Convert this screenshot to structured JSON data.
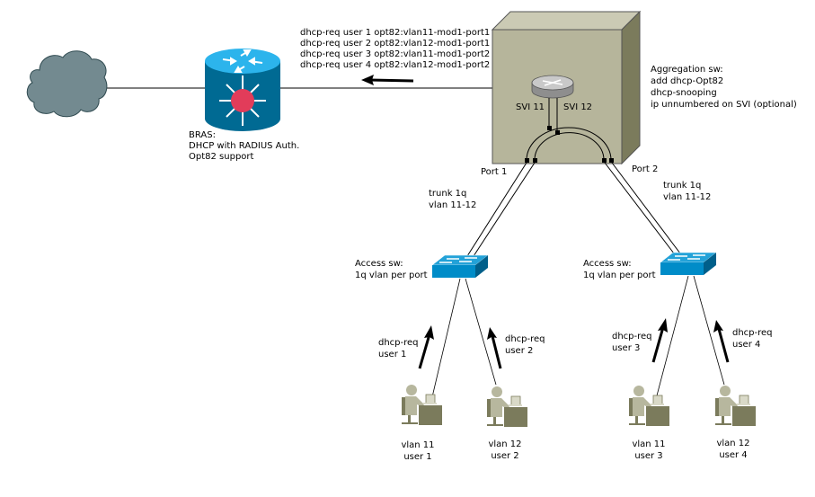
{
  "colors": {
    "cloud": "#738a90",
    "bras_top": "#2cb4ec",
    "bras_body": "#006a93",
    "bras_center": "#e23c5a",
    "agg_front": "#b6b59b",
    "agg_top": "#cbcab4",
    "agg_side": "#7b7b5c",
    "switch_top": "#23a2d8",
    "switch_front": "#008cc8",
    "user_figure": "#b7b79e",
    "user_desk": "#7b7b5c"
  },
  "cloud": {
    "icon": "cloud-icon"
  },
  "bras": {
    "icon": "router-icon",
    "lines": [
      "BRAS:",
      "DHCP with RADIUS Auth.",
      "Opt82 support"
    ]
  },
  "dhcp_messages": [
    "dhcp-req user 1 opt82:vlan11-mod1-port1",
    "dhcp-req user 2 opt82:vlan12-mod1-port1",
    "dhcp-req user 3 opt82:vlan11-mod1-port2",
    "dhcp-req user 4 opt82:vlan12-mod1-port2"
  ],
  "aggregation": {
    "lines": [
      "Aggregation sw:",
      "add dhcp-Opt82",
      "dhcp-snooping",
      "ip unnumbered on SVI (optional)"
    ],
    "svi_left": "SVI 11",
    "svi_right": "SVI 12",
    "port1": "Port 1",
    "port2": "Port 2"
  },
  "trunks": [
    {
      "lines": [
        "trunk 1q",
        "vlan 11-12"
      ]
    },
    {
      "lines": [
        "trunk 1q",
        "vlan 11-12"
      ]
    }
  ],
  "access_switches": [
    {
      "lines": [
        "Access sw:",
        "1q vlan per port"
      ]
    },
    {
      "lines": [
        "Access sw:",
        "1q vlan per port"
      ]
    }
  ],
  "users": [
    {
      "req": [
        "dhcp-req",
        "user 1"
      ],
      "caption": [
        "vlan 11",
        "user 1"
      ]
    },
    {
      "req": [
        "dhcp-req",
        "user 2"
      ],
      "caption": [
        "vlan 12",
        "user 2"
      ]
    },
    {
      "req": [
        "dhcp-req",
        "user 3"
      ],
      "caption": [
        "vlan 11",
        "user 3"
      ]
    },
    {
      "req": [
        "dhcp-req",
        "user 4"
      ],
      "caption": [
        "vlan 12",
        "user 4"
      ]
    }
  ]
}
